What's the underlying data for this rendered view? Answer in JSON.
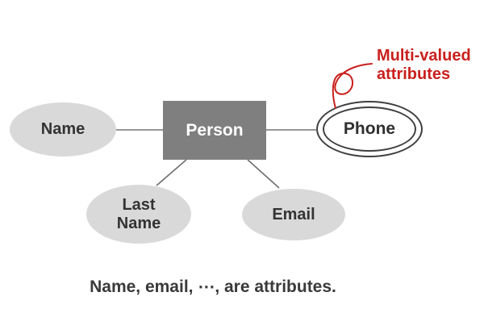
{
  "page": {
    "background_color": "#ffffff"
  },
  "diagram": {
    "type": "er-diagram",
    "entity": {
      "label": "Person",
      "fill_color": "#7f7f7f",
      "text_color": "#ffffff"
    },
    "attributes": [
      {
        "id": "name",
        "label": "Name",
        "kind": "simple",
        "fill_color": "#d9d9d9"
      },
      {
        "id": "last-name",
        "label": "Last Name",
        "kind": "simple",
        "fill_color": "#d9d9d9"
      },
      {
        "id": "email",
        "label": "Email",
        "kind": "simple",
        "fill_color": "#d9d9d9"
      },
      {
        "id": "phone",
        "label": "Phone",
        "kind": "multi-valued",
        "fill_color": "#ffffff",
        "border_color": "#3f3f3f"
      }
    ],
    "connections": [
      {
        "from": "name",
        "to": "person"
      },
      {
        "from": "person",
        "to": "phone"
      },
      {
        "from": "person",
        "to": "last-name"
      },
      {
        "from": "person",
        "to": "email"
      }
    ],
    "connector_color": "#757575",
    "label_text_color": "#333333"
  },
  "annotation": {
    "text": "Multi-valued\nattributes",
    "color": "#c9201d",
    "arrow": "hand-drawn-loop-squiggle",
    "points_to": "phone"
  },
  "caption": {
    "text": "Name, email, ⋯, are attributes.",
    "color": "#3a3a3a"
  }
}
